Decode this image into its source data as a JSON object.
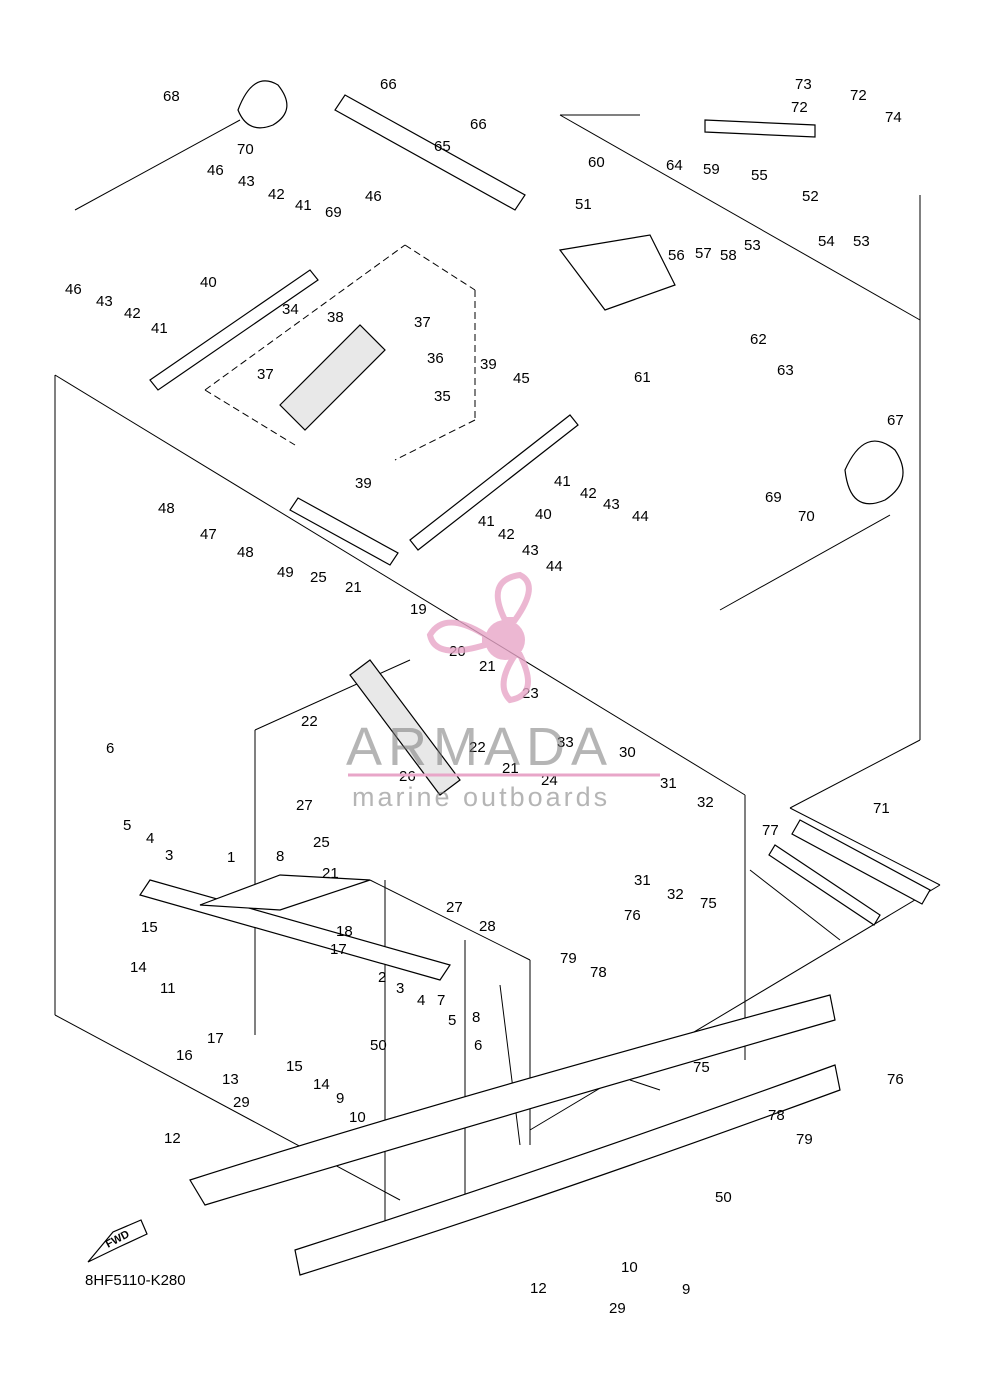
{
  "diagram": {
    "drawing_number": "8HF5110-K280",
    "fwd_label": "FWD",
    "watermark": {
      "brand": "ARMADA",
      "sub": "marine outboards"
    },
    "part_labels": [
      "68",
      "66",
      "66",
      "65",
      "70",
      "46",
      "43",
      "42",
      "41",
      "69",
      "46",
      "73",
      "72",
      "72",
      "74",
      "64",
      "59",
      "55",
      "60",
      "51",
      "52",
      "53",
      "54",
      "53",
      "56",
      "57",
      "58",
      "46",
      "43",
      "42",
      "41",
      "40",
      "34",
      "38",
      "37",
      "37",
      "39",
      "45",
      "36",
      "35",
      "61",
      "62",
      "63",
      "67",
      "48",
      "47",
      "48",
      "39",
      "40",
      "41",
      "42",
      "43",
      "44",
      "69",
      "70",
      "41",
      "42",
      "43",
      "44",
      "49",
      "25",
      "21",
      "19",
      "20",
      "21",
      "23",
      "22",
      "22",
      "26",
      "21",
      "33",
      "30",
      "24",
      "31",
      "32",
      "27",
      "25",
      "21",
      "8",
      "27",
      "28",
      "31",
      "32",
      "71",
      "77",
      "6",
      "5",
      "4",
      "3",
      "1",
      "15",
      "17",
      "18",
      "14",
      "11",
      "16",
      "17",
      "13",
      "15",
      "2",
      "3",
      "4",
      "7",
      "8",
      "5",
      "50",
      "6",
      "14",
      "9",
      "10",
      "29",
      "12",
      "75",
      "76",
      "79",
      "78",
      "75",
      "76",
      "78",
      "79",
      "50",
      "10",
      "9",
      "12",
      "29"
    ],
    "colors": {
      "line": "#000000",
      "watermark_pink": "#e8a6c8",
      "watermark_grey": "#8a8a8a"
    }
  }
}
